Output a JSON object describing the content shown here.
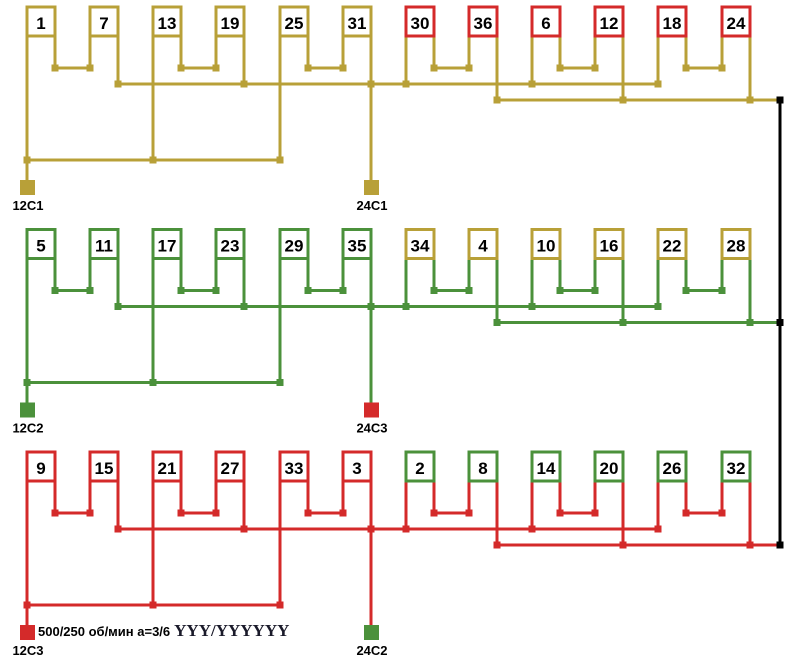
{
  "colors": {
    "gold": "#b8a038",
    "red": "#d42a2a",
    "green": "#4b913b",
    "bus": "#000000"
  },
  "groups": [
    {
      "name": "C1",
      "coils": [
        "1",
        "7",
        "13",
        "19",
        "25",
        "31",
        "30",
        "36",
        "6",
        "12",
        "18",
        "24"
      ],
      "coil_colors": [
        "gold",
        "red"
      ],
      "wire_color": "gold",
      "terminals": [
        {
          "label": "12C1",
          "color": "gold"
        },
        {
          "label": "24C1",
          "color": "gold"
        }
      ]
    },
    {
      "name": "C2",
      "coils": [
        "5",
        "11",
        "17",
        "23",
        "29",
        "35",
        "34",
        "4",
        "10",
        "16",
        "22",
        "28"
      ],
      "coil_colors": [
        "green",
        "gold"
      ],
      "wire_color": "green",
      "terminals": [
        {
          "label": "12C2",
          "color": "green"
        },
        {
          "label": "24C3",
          "color": "red"
        }
      ]
    },
    {
      "name": "C3",
      "coils": [
        "9",
        "15",
        "21",
        "27",
        "33",
        "3",
        "2",
        "8",
        "14",
        "20",
        "26",
        "32"
      ],
      "coil_colors": [
        "red",
        "green"
      ],
      "wire_color": "red",
      "terminals": [
        {
          "label": "12C3",
          "color": "red"
        },
        {
          "label": "24C2",
          "color": "green"
        }
      ]
    }
  ],
  "caption": {
    "text": "500/250 об/мин a=3/6",
    "scheme": "YYY/YYYYYY"
  }
}
